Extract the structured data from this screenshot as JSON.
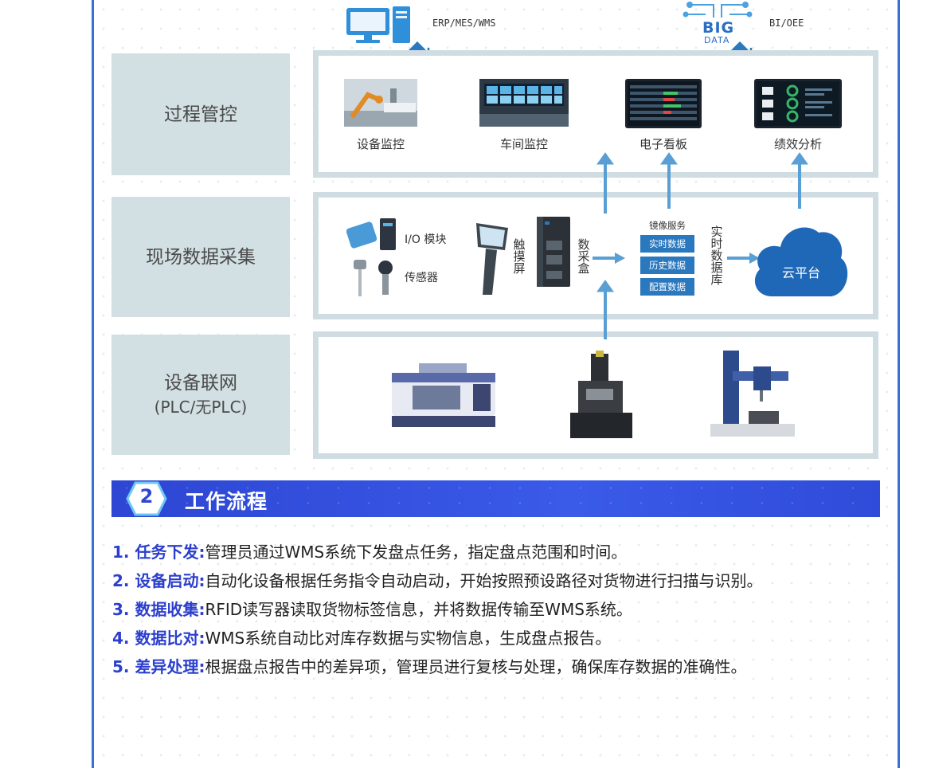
{
  "top_systems": {
    "left_label": "ERP/MES/WMS",
    "right_label": "BI/OEE",
    "bigdata_line1": "BIG",
    "bigdata_line2": "DATA"
  },
  "layers": [
    {
      "label": "过程管控"
    },
    {
      "label": "现场数据采集"
    },
    {
      "label_line1": "设备联网",
      "label_line2": "(PLC/无PLC)"
    }
  ],
  "process_items": [
    "设备监控",
    "车间监控",
    "电子看板",
    "绩效分析"
  ],
  "collection": {
    "io_module": "I/O 模块",
    "sensor": "传感器",
    "touch_screen": "触摸屏",
    "data_box": "数采盒",
    "mirror_service": "镜像服务",
    "services": [
      "实时数据",
      "历史数据",
      "配置数据"
    ],
    "realtime_db": "实时数据库",
    "cloud": "云平台"
  },
  "section": {
    "number": "2",
    "title": "工作流程"
  },
  "steps": [
    {
      "key": "1. 任务下发:",
      "text": "管理员通过WMS系统下发盘点任务，指定盘点范围和时间。"
    },
    {
      "key": "2. 设备启动:",
      "text": "自动化设备根据任务指令自动启动，开始按照预设路径对货物进行扫描与识别。"
    },
    {
      "key": "3. 数据收集:",
      "text": "RFID读写器读取货物标签信息，并将数据传输至WMS系统。"
    },
    {
      "key": "4. 数据比对:",
      "text": "WMS系统自动比对库存数据与实物信息，生成盘点报告。"
    },
    {
      "key": "5. 差异处理:",
      "text": "根据盘点报告中的差异项，管理员进行复核与处理，确保库存数据的准确性。"
    }
  ],
  "colors": {
    "frame_border": "#3a6fd8",
    "layer_bg": "#d2dfe3",
    "panel_border": "#cfdde2",
    "arrow": "#5a9fd4",
    "service_box": "#2a78bd",
    "banner": "#3a5ae8",
    "step_key": "#2b3fcc"
  }
}
